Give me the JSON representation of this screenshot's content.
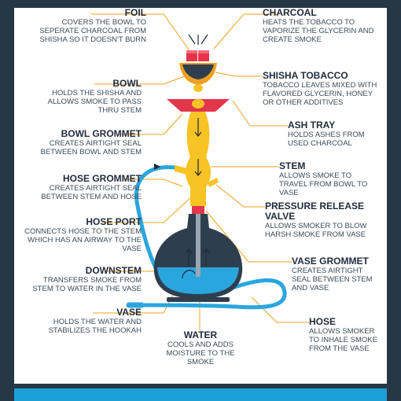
{
  "labels": {
    "foil": {
      "title": "FOIL",
      "desc": "COVERS THE BOWL TO SEPERATE CHARCOAL FROM SHISHA SO IT DOESN'T BURN"
    },
    "bowl": {
      "title": "BOWL",
      "desc": "HOLDS THE SHISHA AND ALLOWS SMOKE TO PASS THRU STEM"
    },
    "bowl_grommet": {
      "title": "BOWL GROMMET",
      "desc": "CREATES AIRTIGHT SEAL BETWEEN BOWL AND STEM"
    },
    "hose_grommet": {
      "title": "HOSE GROMMET",
      "desc": "CREATES AIRTIGHT SEAL BETWEEN STEM AND HOSE"
    },
    "hose_port": {
      "title": "HOSE PORT",
      "desc": "CONNECTS HOSE TO THE STEM WHICH HAS AN AIRWAY TO THE VASE"
    },
    "downstem": {
      "title": "DOWNSTEM",
      "desc": "TRANSFERS SMOKE FROM STEM TO WATER IN THE VASE"
    },
    "vase": {
      "title": "VASE",
      "desc": "HOLDS THE WATER AND STABILIZES THE HOOKAH"
    },
    "water": {
      "title": "WATER",
      "desc": "COOLS AND ADDS MOISTURE TO THE SMOKE"
    },
    "charcoal": {
      "title": "CHARCOAL",
      "desc": "HEATS THE TOBACCO TO VAPORIZE THE GLYCERIN AND CREATE SMOKE"
    },
    "shisha": {
      "title": "SHISHA TOBACCO",
      "desc": "TOBACCO LEAVES MIXED WITH FLAVORED GLYCERIN, HONEY OR OTHER ADDITIVES"
    },
    "ash_tray": {
      "title": "ASH TRAY",
      "desc": "HOLDS ASHES FROM USED CHARCOAL"
    },
    "stem": {
      "title": "STEM",
      "desc": "ALLOWS SMOKE TO TRAVEL FROM BOWL TO VASE"
    },
    "pressure": {
      "title": "PRESSURE RELEASE VALVE",
      "desc": "ALLOWS SMOKER TO BLOW HARSH SMOKE FROM VASE"
    },
    "vase_grommet": {
      "title": "VASE GROMMET",
      "desc": "CREATES AIRTIGHT SEAL BETWEEN STEM AND VASE"
    },
    "hose": {
      "title": "HOSE",
      "desc": "ALLOWS SMOKER TO INHALE SMOKE FROM THE VASE"
    }
  },
  "colors": {
    "frame": "#263746",
    "accent_blue": "#1aa0d8",
    "stem_yellow": "#f7c325",
    "ash_tray_red": "#e2364a",
    "vase_dark": "#2f3e4e",
    "water_blue": "#2aa6df",
    "leader_orange": "#f0a020",
    "charcoal_red": "#e8344a"
  }
}
